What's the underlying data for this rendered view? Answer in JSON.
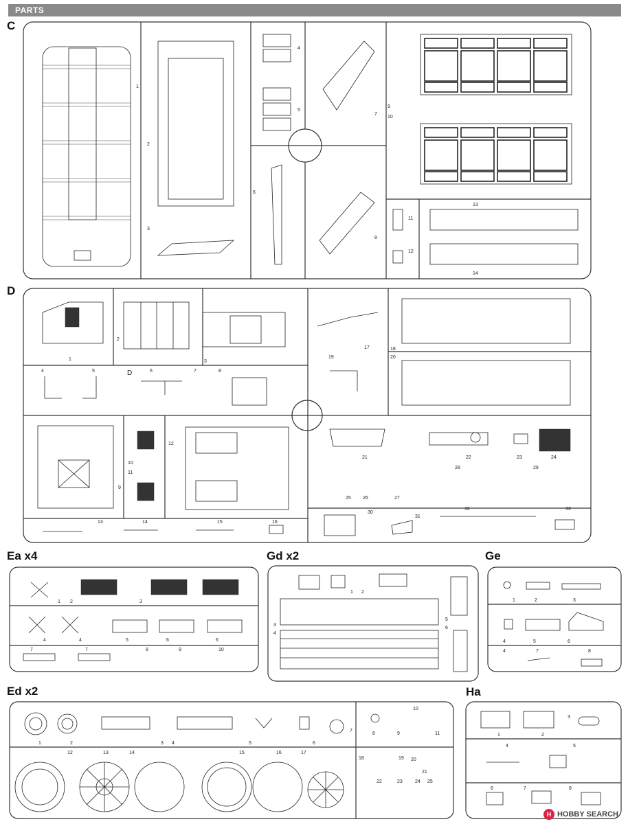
{
  "header": {
    "title": "PARTS"
  },
  "sections": {
    "C": {
      "label": "C",
      "parts": [
        "1",
        "2",
        "3",
        "4",
        "5",
        "6",
        "7",
        "8",
        "9",
        "10",
        "11",
        "12",
        "13",
        "14"
      ]
    },
    "D": {
      "label": "D",
      "parts": [
        "1",
        "2",
        "3",
        "4",
        "5",
        "6",
        "7",
        "8",
        "9",
        "10",
        "11",
        "12",
        "13",
        "14",
        "15",
        "16",
        "17",
        "18",
        "19",
        "20",
        "21",
        "22",
        "23",
        "24",
        "25",
        "26",
        "27",
        "28",
        "29",
        "30",
        "31",
        "32",
        "33"
      ]
    },
    "Ea": {
      "label": "Ea x4",
      "parts": [
        "1",
        "2",
        "3",
        "4",
        "5",
        "6",
        "7",
        "8",
        "9",
        "10"
      ]
    },
    "Gd": {
      "label": "Gd x2",
      "parts": [
        "1",
        "2",
        "3",
        "4",
        "5",
        "6"
      ]
    },
    "Ge": {
      "label": "Ge",
      "parts": [
        "1",
        "2",
        "3",
        "4",
        "5",
        "6",
        "7",
        "8"
      ]
    },
    "Ed": {
      "label": "Ed x2",
      "parts": [
        "1",
        "2",
        "3",
        "4",
        "5",
        "6",
        "7",
        "8",
        "9",
        "10",
        "11",
        "12",
        "13",
        "14",
        "15",
        "16",
        "17",
        "18",
        "19",
        "20",
        "21",
        "22",
        "23",
        "24",
        "25"
      ]
    },
    "Ha": {
      "label": "Ha",
      "parts": [
        "1",
        "2",
        "3",
        "4",
        "5",
        "6",
        "7",
        "8"
      ]
    }
  },
  "watermark": {
    "text": "HOBBY SEARCH",
    "icon": "hobby-search-logo-icon"
  }
}
